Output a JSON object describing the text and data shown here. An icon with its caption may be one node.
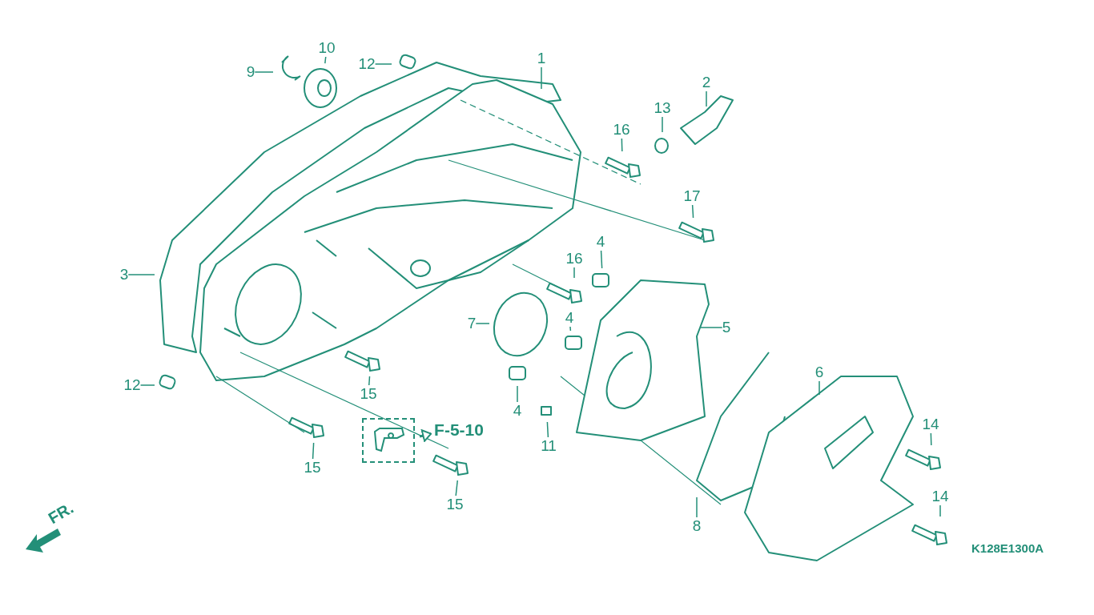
{
  "diagram": {
    "nodes": [
      {
        "text": [
          "10"
        ]
      },
      {
        "text": [
          "12"
        ]
      },
      {
        "text": [
          "1"
        ]
      },
      {
        "text": [
          "9"
        ]
      },
      {
        "text": [
          "2"
        ]
      },
      {
        "text": [
          "13"
        ]
      },
      {
        "text": [
          "16"
        ]
      },
      {
        "text": [
          "17"
        ]
      },
      {
        "text": [
          "4"
        ]
      },
      {
        "text": [
          "16"
        ]
      },
      {
        "text": [
          "3"
        ]
      },
      {
        "text": [
          "4"
        ]
      },
      {
        "text": [
          "7"
        ]
      },
      {
        "text": [
          "5"
        ]
      },
      {
        "text": [
          "6"
        ]
      },
      {
        "text": [
          "15"
        ]
      },
      {
        "text": [
          "12"
        ]
      },
      {
        "text": [
          "4"
        ]
      },
      {
        "text": [],
        "shape": "box"
      },
      {
        "text": [
          "F-5-10"
        ]
      },
      {
        "text": [
          "11"
        ]
      },
      {
        "text": [
          "14"
        ]
      },
      {
        "text": [
          "15"
        ]
      },
      {
        "text": [
          "15"
        ]
      },
      {
        "text": [
          "14"
        ]
      },
      {
        "text": [
          "8"
        ]
      }
    ],
    "edges": [
      {
        "from": 0,
        "to": null,
        "arrow": "none"
      },
      {
        "from": 1,
        "to": null,
        "arrow": "none"
      },
      {
        "from": 2,
        "to": null,
        "arrow": "none"
      },
      {
        "from": 3,
        "to": null,
        "arrow": "none"
      },
      {
        "from": 4,
        "to": null,
        "arrow": "none"
      },
      {
        "from": 5,
        "to": null,
        "arrow": "none"
      },
      {
        "from": 6,
        "to": null,
        "arrow": "none"
      },
      {
        "from": 7,
        "to": null,
        "arrow": "none"
      },
      {
        "from": 8,
        "to": null,
        "arrow": "none"
      },
      {
        "from": 9,
        "to": null,
        "arrow": "none"
      },
      {
        "from": 10,
        "to": null,
        "arrow": "none"
      },
      {
        "from": 11,
        "to": null,
        "arrow": "none"
      },
      {
        "from": 12,
        "to": null,
        "arrow": "none"
      },
      {
        "from": 13,
        "to": null,
        "arrow": "none"
      },
      {
        "from": 14,
        "to": null,
        "arrow": "none"
      },
      {
        "from": 15,
        "to": null,
        "arrow": "none"
      },
      {
        "from": 16,
        "to": null,
        "arrow": "none"
      },
      {
        "from": 17,
        "to": null,
        "arrow": "none"
      },
      {
        "from": 18,
        "to": 19,
        "arrow": "to"
      },
      {
        "from": 20,
        "to": null,
        "arrow": "none"
      },
      {
        "from": 21,
        "to": null,
        "arrow": "none"
      },
      {
        "from": 22,
        "to": null,
        "arrow": "none"
      },
      {
        "from": 23,
        "to": null,
        "arrow": "none"
      },
      {
        "from": 24,
        "to": null,
        "arrow": "none"
      },
      {
        "from": 25,
        "to": null,
        "arrow": "none"
      }
    ],
    "labels": [
      "FR.",
      "K128E1300A"
    ]
  }
}
